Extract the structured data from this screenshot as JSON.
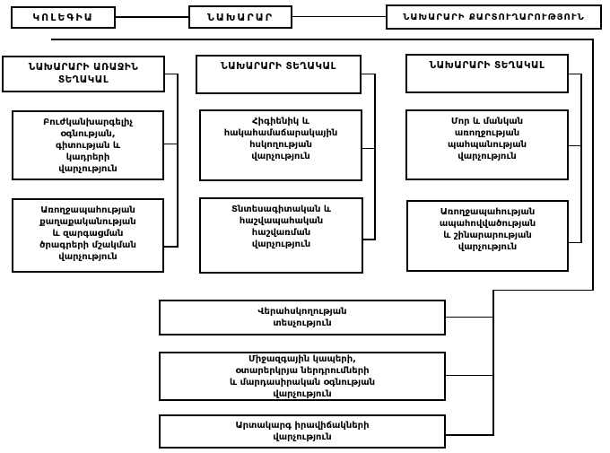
{
  "colors": {
    "line": "#000000",
    "box_border": "#000000",
    "box_bg": "#ffffff",
    "text": "#000000"
  },
  "top_row": {
    "collegium": "ԿՈԼԵԳԻԱ",
    "minister": "ՆԱԽԱՐԱՐ",
    "secretariat": "ՆԱԽԱՐԱՐԻ ՔԱՐՏՈՒՂԱՐՈՒԹՅՈՒՆ"
  },
  "deputies": [
    {
      "header": "ՆԱԽԱՐԱՐԻ ԱՌԱՋԻՆ\nՏԵՂԱԿԱԼ",
      "departments": [
        "Բուժկանխարգելիչ\nօգնության,\nգիտության և\nկադրերի\nվարչություն",
        "Առողջապահության\nքաղաքականության\nև զարգացման\nծրագրերի մշակման\nվարչություն"
      ]
    },
    {
      "header": "ՆԱԽԱՐԱՐԻ ՏԵՂԱԿԱԼ",
      "departments": [
        "Հիգիենիկ և\nհակահամաճարակային\nհսկողության\nվարչություն",
        "Տնտեսագիտական և\nհաշվապահական\nհաշվառման\nվարչություն"
      ]
    },
    {
      "header": "ՆԱԽԱՐԱՐԻ ՏԵՂԱԿԱԼ",
      "departments": [
        "Մոր և մանկան\nառողջության\nպահպանության\nվարչություն",
        "Առողջապահության\nապահովվածության\nև շինարարության\nվարչություն"
      ]
    }
  ],
  "direct_units": [
    "Վերահսկողության\nտեսչություն",
    "Միջազգային կապերի,\nօտարերկրյա ներդրումների\nև մարդասիրական օգնության\nվարչություն",
    "Արտակարգ իրավիճակների\nվարչություն"
  ]
}
